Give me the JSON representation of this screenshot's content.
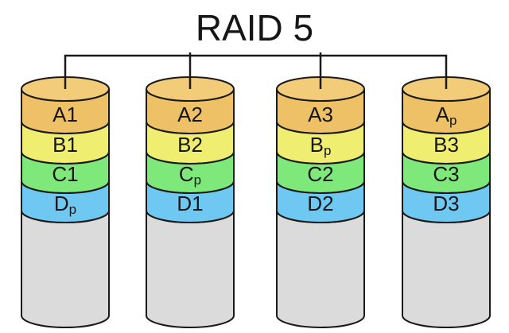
{
  "title": "RAID 5",
  "colors": {
    "background": "#ffffff",
    "outline": "#1a1a1a",
    "connector": "#1a1a1a",
    "text": "#161616",
    "disk_top_face": "#f3cc79",
    "disk_body": "#dbdbdb",
    "row_stripes": [
      "#efc166",
      "#f0ee70",
      "#7fe87a",
      "#6fc8f1"
    ]
  },
  "disks": [
    {
      "id": "disk-1",
      "blocks": [
        {
          "text": "A1",
          "base": "A",
          "sub": "1",
          "parity": false
        },
        {
          "text": "B1",
          "base": "B",
          "sub": "1",
          "parity": false
        },
        {
          "text": "C1",
          "base": "C",
          "sub": "1",
          "parity": false
        },
        {
          "text": "Dp",
          "base": "D",
          "sub": "p",
          "parity": true
        }
      ]
    },
    {
      "id": "disk-2",
      "blocks": [
        {
          "text": "A2",
          "base": "A",
          "sub": "2",
          "parity": false
        },
        {
          "text": "B2",
          "base": "B",
          "sub": "2",
          "parity": false
        },
        {
          "text": "Cp",
          "base": "C",
          "sub": "p",
          "parity": true
        },
        {
          "text": "D1",
          "base": "D",
          "sub": "1",
          "parity": false
        }
      ]
    },
    {
      "id": "disk-3",
      "blocks": [
        {
          "text": "A3",
          "base": "A",
          "sub": "3",
          "parity": false
        },
        {
          "text": "Bp",
          "base": "B",
          "sub": "p",
          "parity": true
        },
        {
          "text": "C2",
          "base": "C",
          "sub": "2",
          "parity": false
        },
        {
          "text": "D2",
          "base": "D",
          "sub": "2",
          "parity": false
        }
      ]
    },
    {
      "id": "disk-4",
      "blocks": [
        {
          "text": "Ap",
          "base": "A",
          "sub": "p",
          "parity": true
        },
        {
          "text": "B3",
          "base": "B",
          "sub": "3",
          "parity": false
        },
        {
          "text": "C3",
          "base": "C",
          "sub": "3",
          "parity": false
        },
        {
          "text": "D3",
          "base": "D",
          "sub": "3",
          "parity": false
        }
      ]
    }
  ]
}
